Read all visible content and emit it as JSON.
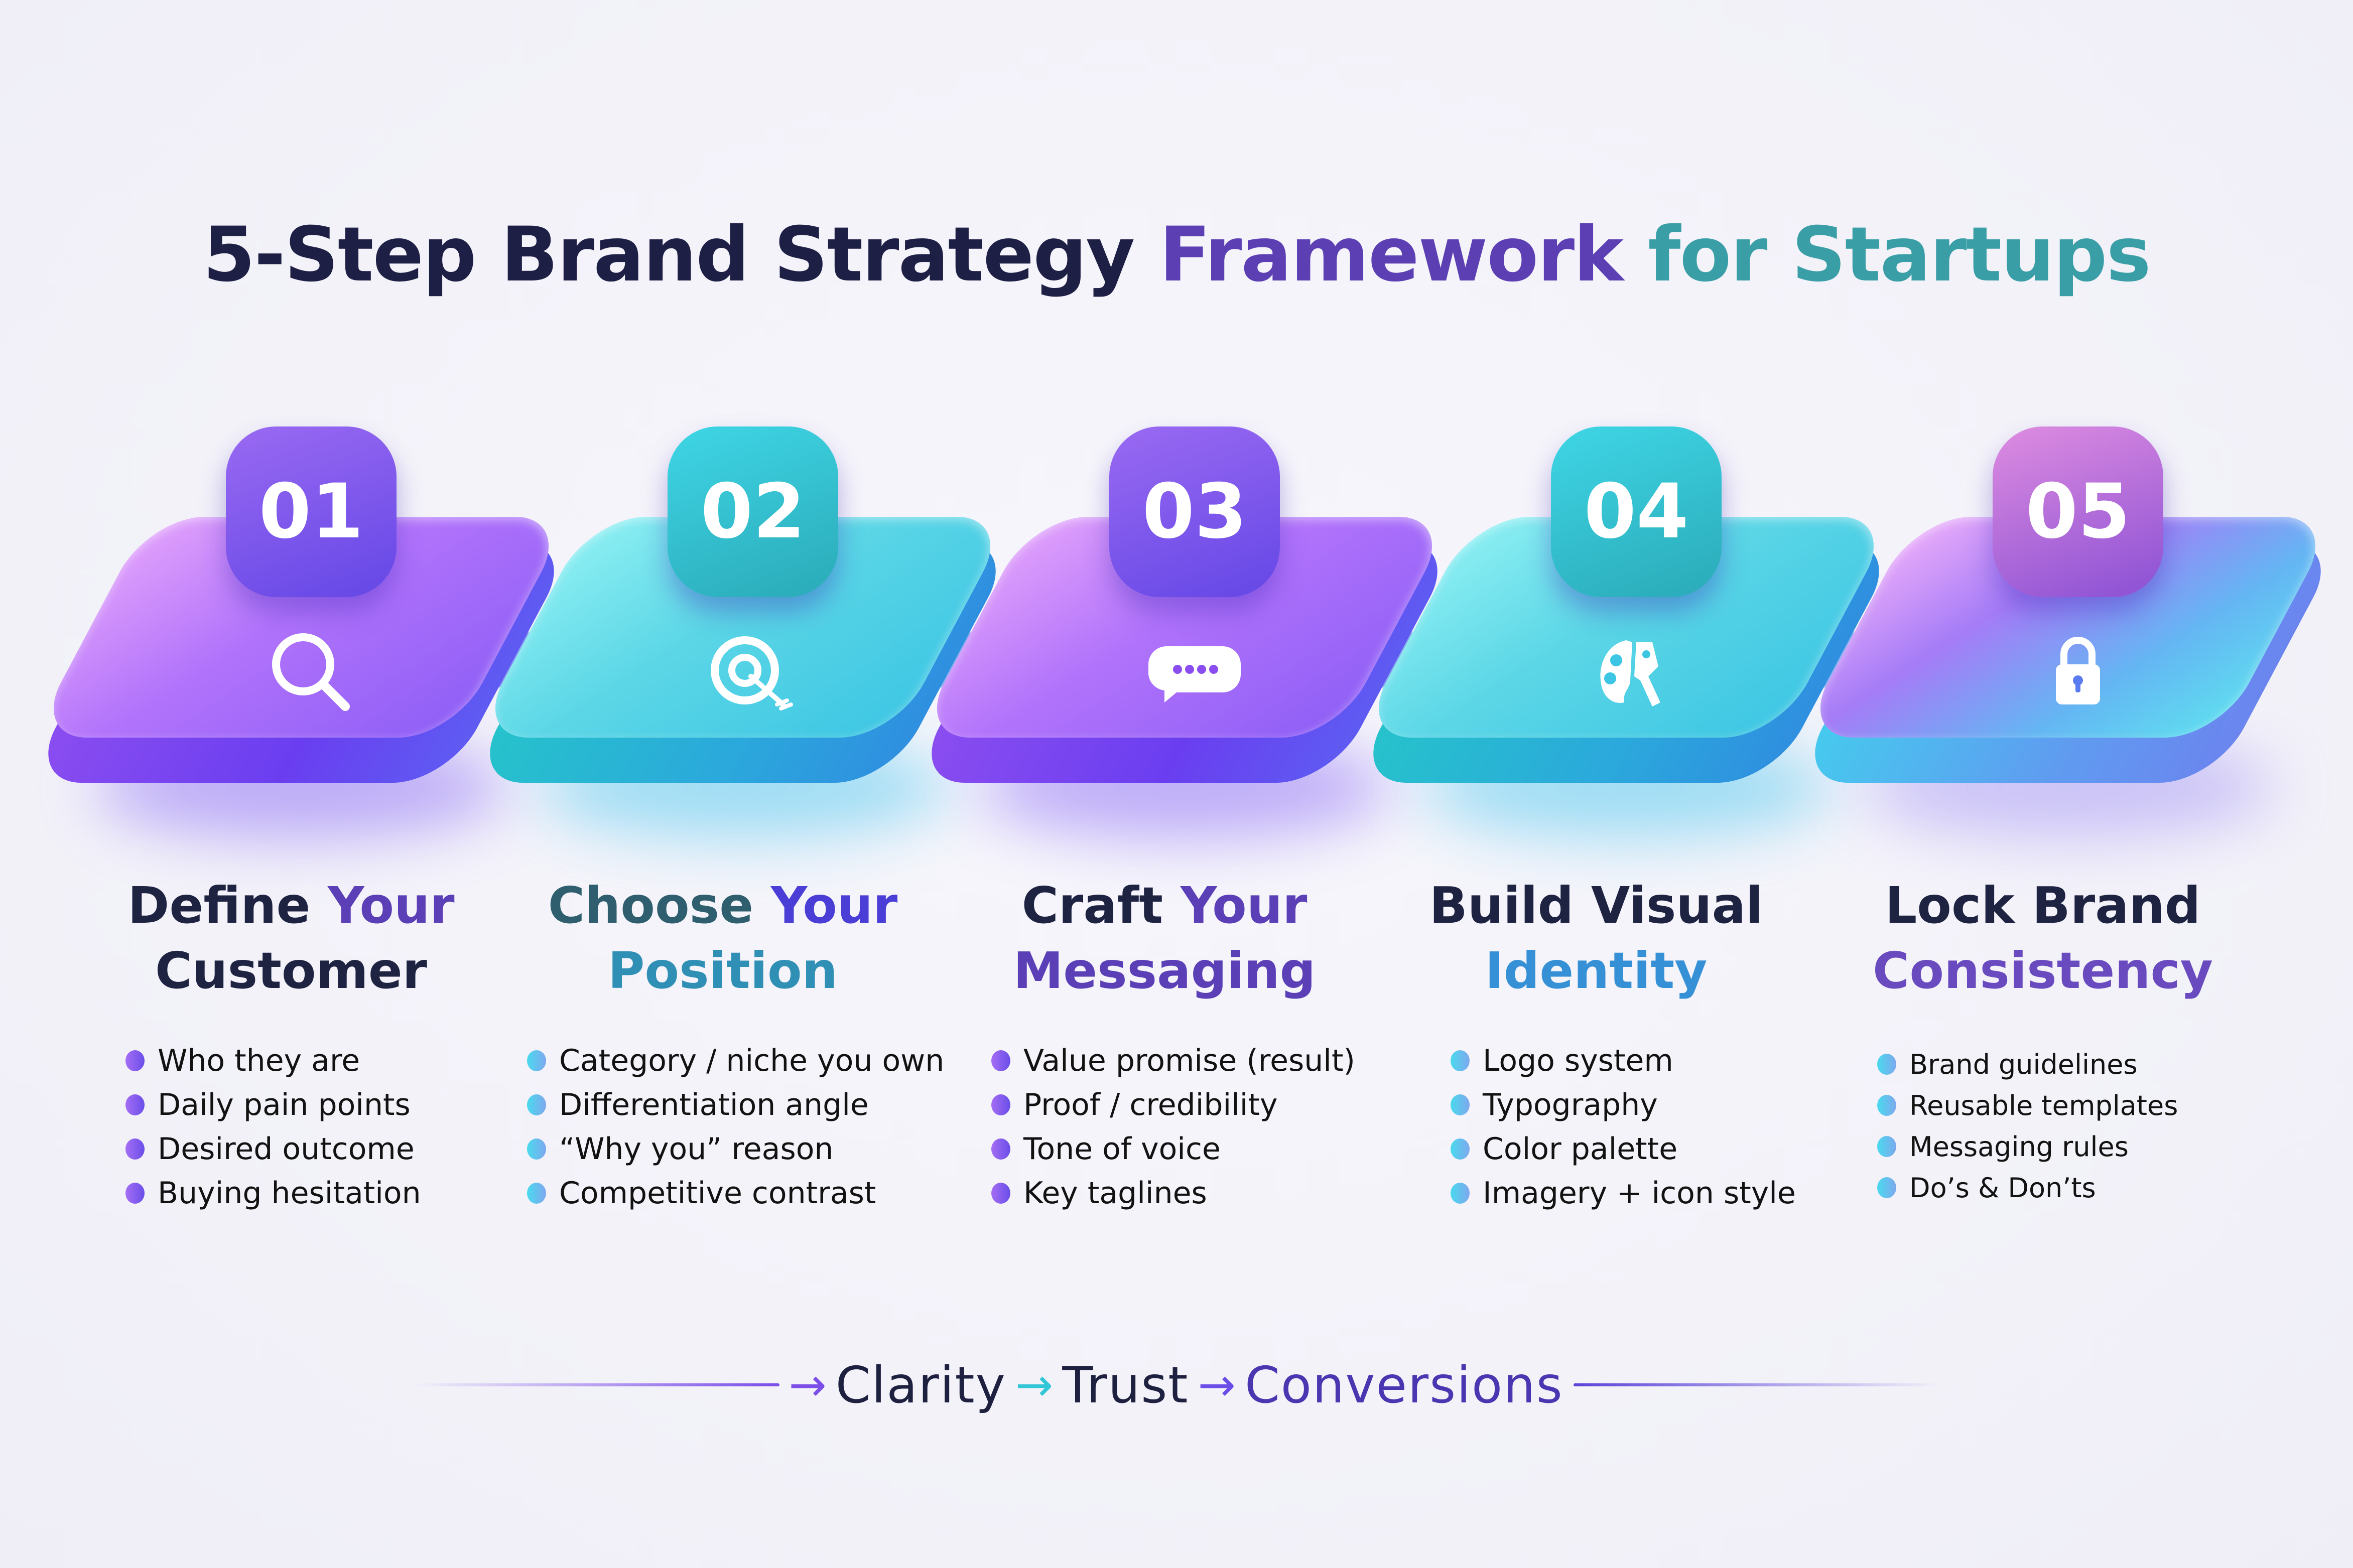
{
  "title": {
    "part1": "5-Step Brand Strategy",
    "part2": "Framework",
    "part3": "for Startups"
  },
  "colors": {
    "title_dark": "#1e1f45",
    "title_purple": "#5b3fb3",
    "title_teal": "#3a9ea6",
    "purple": "#8a4df0",
    "teal": "#3dc6e4"
  },
  "steps": [
    {
      "number": "01",
      "icon": "search-icon",
      "heading_line1_a": "Define",
      "heading_line1_b": "Your",
      "heading_line2": "Customer",
      "bullets": [
        "Who they are",
        "Daily pain points",
        "Desired outcome",
        "Buying hesitation"
      ]
    },
    {
      "number": "02",
      "icon": "target-icon",
      "heading_line1_a": "Choose",
      "heading_line1_b": "Your",
      "heading_line2": "Position",
      "bullets": [
        "Category / niche you own",
        "Differentiation angle",
        "“Why you” reason",
        "Competitive contrast"
      ]
    },
    {
      "number": "03",
      "icon": "chat-bubble-icon",
      "heading_line1_a": "Craft",
      "heading_line1_b": "Your",
      "heading_line2": "Messaging",
      "bullets": [
        "Value promise (result)",
        "Proof / credibility",
        "Tone of voice",
        "Key taglines"
      ]
    },
    {
      "number": "04",
      "icon": "palette-icon",
      "heading_line1_a": "Build",
      "heading_line1_b": "Visual",
      "heading_line2": "Identity",
      "bullets": [
        "Logo system",
        "Typography",
        "Color palette",
        "Imagery + icon style"
      ]
    },
    {
      "number": "05",
      "icon": "lock-icon",
      "heading_line1_a": "Lock",
      "heading_line1_b": "Brand",
      "heading_line2": "Consistency",
      "bullets": [
        "Brand guidelines",
        "Reusable templates",
        "Messaging rules",
        "Do’s & Don’ts"
      ]
    }
  ],
  "footer": {
    "word1": "Clarity",
    "word2": "Trust",
    "word3": "Conversions",
    "arrow": "→"
  }
}
